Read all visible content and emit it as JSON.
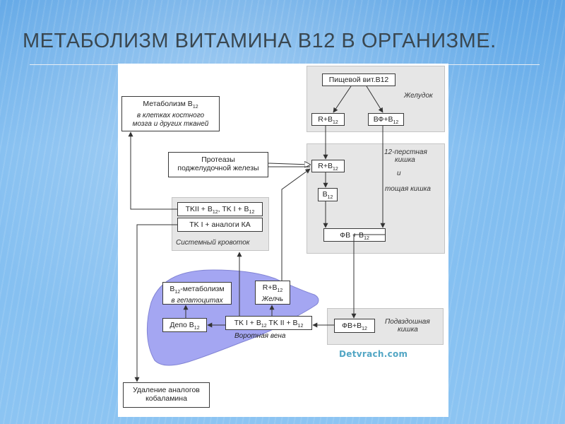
{
  "slide": {
    "title": "МЕТАБОЛИЗМ ВИТАМИНА В12 В ОРГАНИЗМЕ."
  },
  "regions": {
    "stomach": "Желудок",
    "duodenum": [
      "12-перстная",
      "кишка",
      "и",
      "тощая кишка"
    ],
    "circulation": "Системный кровоток",
    "ileum": [
      "Подвздошная",
      "кишка"
    ],
    "portal": "Воротная вена"
  },
  "boxes": {
    "food_b12": "Пищевой вит.B12",
    "r_b12": "R+B",
    "vf_b12": "ВФ+B",
    "r_b12_duo": "R+B",
    "b12_free": "B",
    "fv_b12": "ФВ + B",
    "fv_b12_ileum": "ФВ+B",
    "proteases": [
      "Протеазы",
      "поджелудочной железы"
    ],
    "marrow": {
      "main": "Метаболизм B",
      "sub1": "в клетках костного",
      "sub2": "мозга и других тканей"
    },
    "tkii_tki": {
      "p1": "TKII + B",
      "p2": ",  TK I + B"
    },
    "tki_analog": "TK I + аналоги КА",
    "hepato": {
      "main": "-метаболизм",
      "pre": "B",
      "sub": "в гепатоцитах"
    },
    "bile": {
      "main": "R+B",
      "sub": "Желчь"
    },
    "depot": "Депо B",
    "portal_tk": {
      "p1": "TK I + B",
      "p2": "  TK II + B"
    },
    "removal": [
      "Удаление аналогов",
      "кобаламина"
    ]
  },
  "subscript": "12",
  "watermark": "Detvrach.com",
  "colors": {
    "liver": "#a4a6f2",
    "region": "#e6e6e6",
    "watermark": "#52a6c4"
  }
}
